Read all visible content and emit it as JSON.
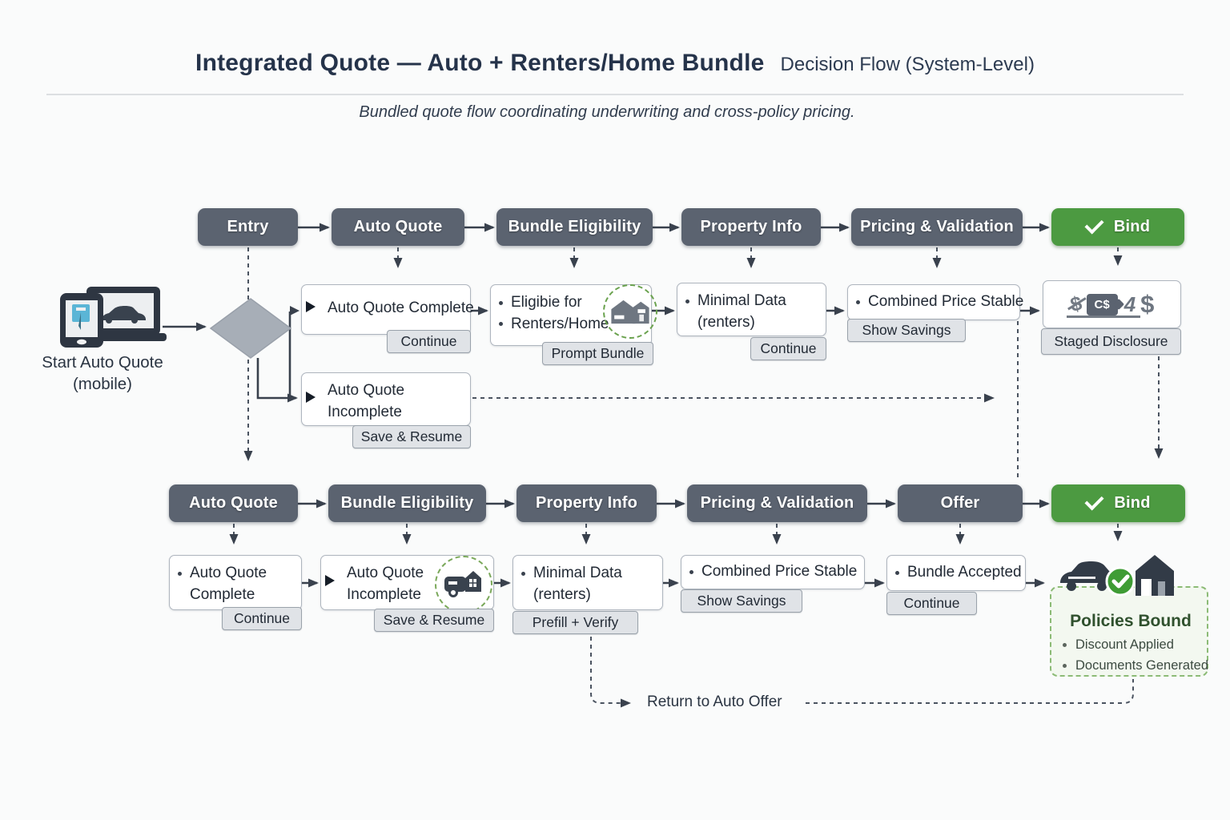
{
  "header": {
    "title": "Integrated Quote — Auto + Renters/Home Bundle",
    "title_suffix": "Decision Flow (System-Level)",
    "subtitle": "Bundled quote flow coordinating underwriting and cross-policy pricing."
  },
  "start": {
    "line1": "Start Auto Quote",
    "line2": "(mobile)"
  },
  "top_row": {
    "stages": [
      "Entry",
      "Auto Quote",
      "Bundle Eligibility",
      "Property Info",
      "Pricing & Validation"
    ],
    "bind": "Bind"
  },
  "bottom_row": {
    "stages": [
      "Auto Quote",
      "Bundle Eligibility",
      "Property Info",
      "Pricing & Validation",
      "Offer"
    ],
    "bind": "Bind"
  },
  "top_detail": {
    "complete": {
      "title": "Auto Quote Complete",
      "button": "Continue"
    },
    "eligible": {
      "line1": "Eligibie for",
      "line2": "Renters/Home",
      "button": "Prompt Bundle"
    },
    "minimal": {
      "line1": "Minimal Data",
      "line2": "(renters)",
      "button": "Continue"
    },
    "price": {
      "title": "Combined Price Stable",
      "button": "Show Savings"
    },
    "staged": {
      "dollar_left": "$",
      "tag_text": "C$",
      "num_text": "4",
      "dollar_right": "$",
      "label": "Staged Disclosure"
    },
    "incomplete": {
      "line1": "Auto Quote",
      "line2": "Incomplete",
      "button": "Save & Resume"
    }
  },
  "bottom_detail": {
    "complete": {
      "line1": "Auto Quote",
      "line2": "Complete",
      "button": "Continue"
    },
    "incomplete": {
      "line1": "Auto Quote",
      "line2": "Incomplete",
      "button": "Save & Resume"
    },
    "minimal": {
      "line1": "Minimal Data",
      "line2": "(renters)",
      "button": "Prefill + Verify"
    },
    "price": {
      "title": "Combined Price Stable",
      "button": "Show Savings"
    },
    "accepted": {
      "title": "Bundle Accepted",
      "button": "Continue"
    },
    "policies": {
      "title": "Policies Bound",
      "bullets": [
        "Discount Applied",
        "Documents Generated"
      ]
    }
  },
  "return_label": "Return to Auto Offer",
  "colors": {
    "stage_gray": "#5b6370",
    "bind_green": "#4c9a41",
    "check_green": "#3f9c35",
    "dashed_green": "#8cbb76",
    "connector_dark": "#39414d"
  }
}
